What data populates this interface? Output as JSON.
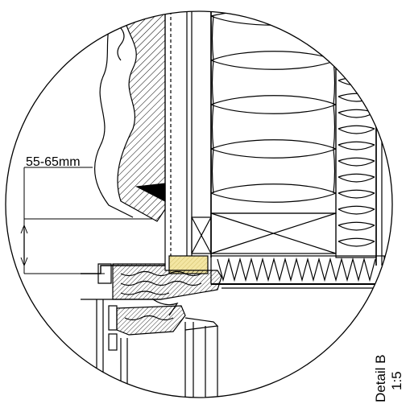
{
  "drawing": {
    "dimension_label": "55-65mm",
    "detail_title": "Detail B",
    "detail_scale": "1:5"
  },
  "colors": {
    "line": "#000000",
    "highlight": "#f3e6a3",
    "background": "#ffffff"
  }
}
